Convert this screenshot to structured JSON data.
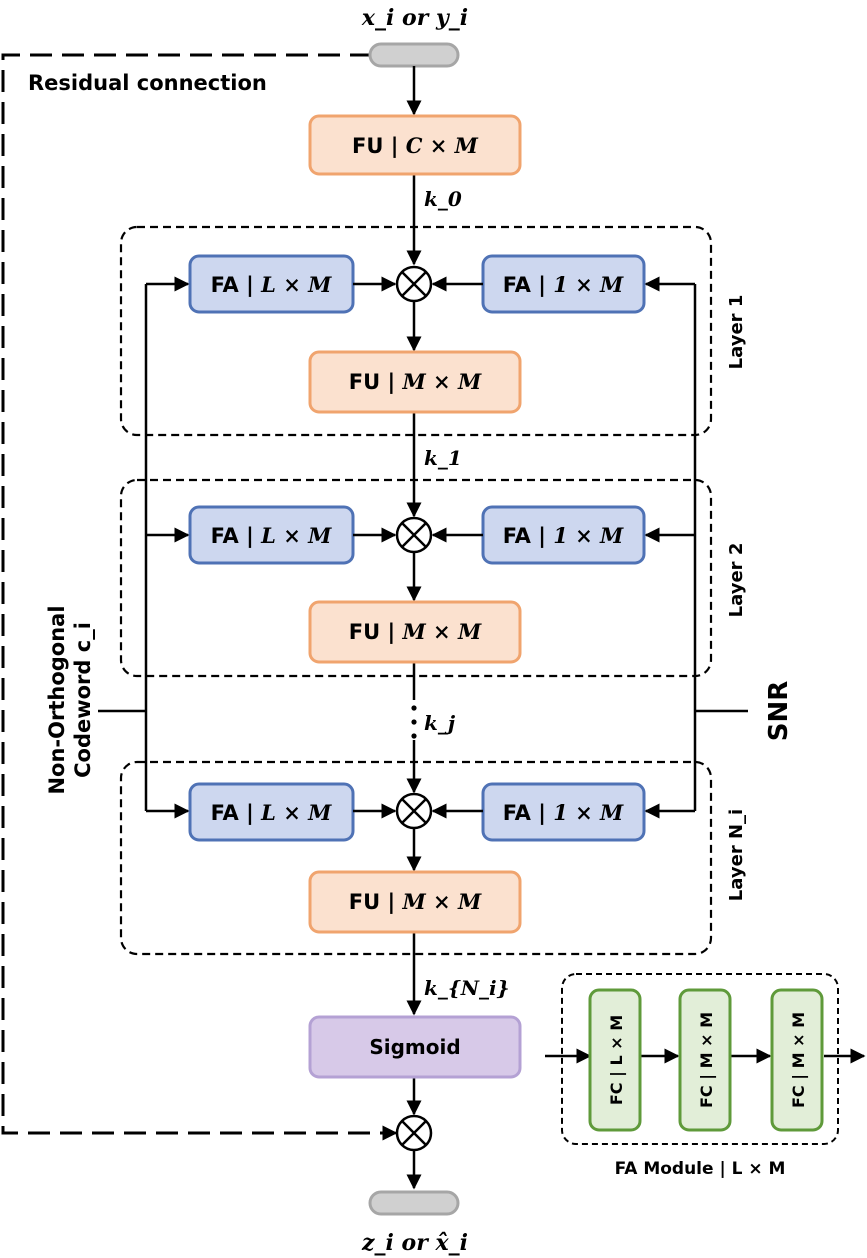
{
  "io": {
    "input_label": "x_i or y_i",
    "output_label": "z_i or x̂_i",
    "residual_label": "Residual connection"
  },
  "blocks": {
    "fu_first": {
      "kind": "FU",
      "dims": "C × M"
    },
    "fa_left": {
      "kind": "FA",
      "dims": "L × M"
    },
    "fa_right": {
      "kind": "FA",
      "dims": "1 × M"
    },
    "fu_layer": {
      "kind": "FU",
      "dims": "M × M"
    },
    "sigmoid": "Sigmoid"
  },
  "layers": [
    {
      "label": "Layer 1"
    },
    {
      "label": "Layer 2"
    },
    {
      "label": "Layer N_i"
    }
  ],
  "signals": {
    "k0": "k_0",
    "k1": "k_1",
    "kj": "k_j",
    "kN": "k_{N_i}"
  },
  "side_labels": {
    "codeword_line1": "Non-Orthogonal",
    "codeword_line2": "Codeword c_i",
    "snr": "SNR"
  },
  "fa_module": {
    "caption": "FA Module | L × M",
    "fc_blocks": [
      "FC | L × M",
      "FC | M × M",
      "FC | M × M"
    ]
  },
  "colors": {
    "fu_fill": "#fbe1cf",
    "fu_stroke": "#f0a46e",
    "fa_fill": "#cdd7ef",
    "fa_stroke": "#4f72b5",
    "sigmoid_fill": "#d7c9e8",
    "sigmoid_stroke": "#b4a1d4",
    "fc_fill": "#e2eed8",
    "fc_stroke": "#5f9a3a",
    "terminal_fill": "#d0d0d0",
    "terminal_stroke": "#a6a6a6"
  }
}
